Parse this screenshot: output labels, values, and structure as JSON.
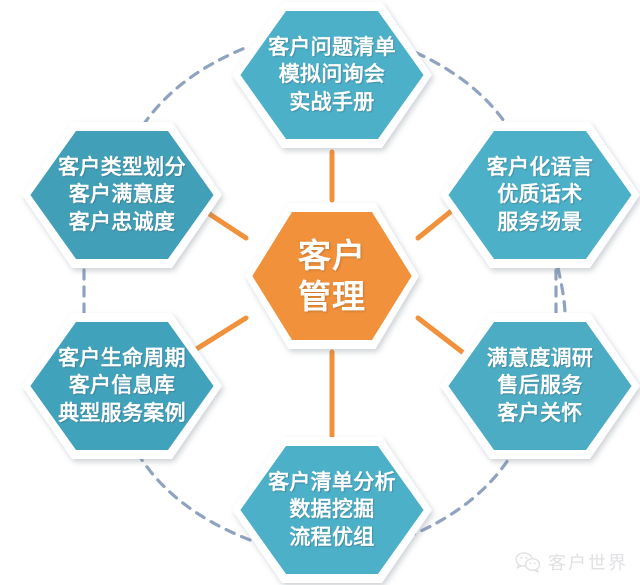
{
  "diagram": {
    "type": "hub-and-spoke-hexagon",
    "center": {
      "id": "center",
      "label": "客户\n管理",
      "color": "#F2913C",
      "text_color": "#FFFFFF"
    },
    "nodes": [
      {
        "id": "top",
        "position": "top",
        "label": "客户问题清单\n模拟问询会\n实战手册",
        "color": "#4BB0C8",
        "text_color": "#FFFFFF"
      },
      {
        "id": "top-right",
        "position": "top-right",
        "label": "客户化语言\n优质话术\n服务场景",
        "color": "#4BB0C8",
        "text_color": "#FFFFFF"
      },
      {
        "id": "bottom-right",
        "position": "bottom-right",
        "label": "满意度调研\n售后服务\n客户关怀",
        "color": "#4BACC4",
        "text_color": "#FFFFFF"
      },
      {
        "id": "bottom",
        "position": "bottom",
        "label": "客户清单分析\n数据挖掘\n流程优组",
        "color": "#4BB0C8",
        "text_color": "#FFFFFF"
      },
      {
        "id": "bottom-left",
        "position": "bottom-left",
        "label": "客户生命周期\n客户信息库\n典型服务案例",
        "color": "#41A2BC",
        "text_color": "#FFFFFF"
      },
      {
        "id": "top-left",
        "position": "top-left",
        "label": "客户类型划分\n客户满意度\n客户忠诚度",
        "color": "#419FB8",
        "text_color": "#FFFFFF"
      }
    ],
    "spokes": {
      "style": "solid",
      "color": "#F2913C",
      "description": "orange solid lines from center hub to each satellite"
    },
    "ring": {
      "style": "dashed",
      "color": "#8FA2C0",
      "description": "dashed arcs connecting neighboring satellites in a ring"
    }
  },
  "watermark": {
    "text": "客户世界",
    "icon": "wechat-logo-icon",
    "color": "#999EA4"
  }
}
